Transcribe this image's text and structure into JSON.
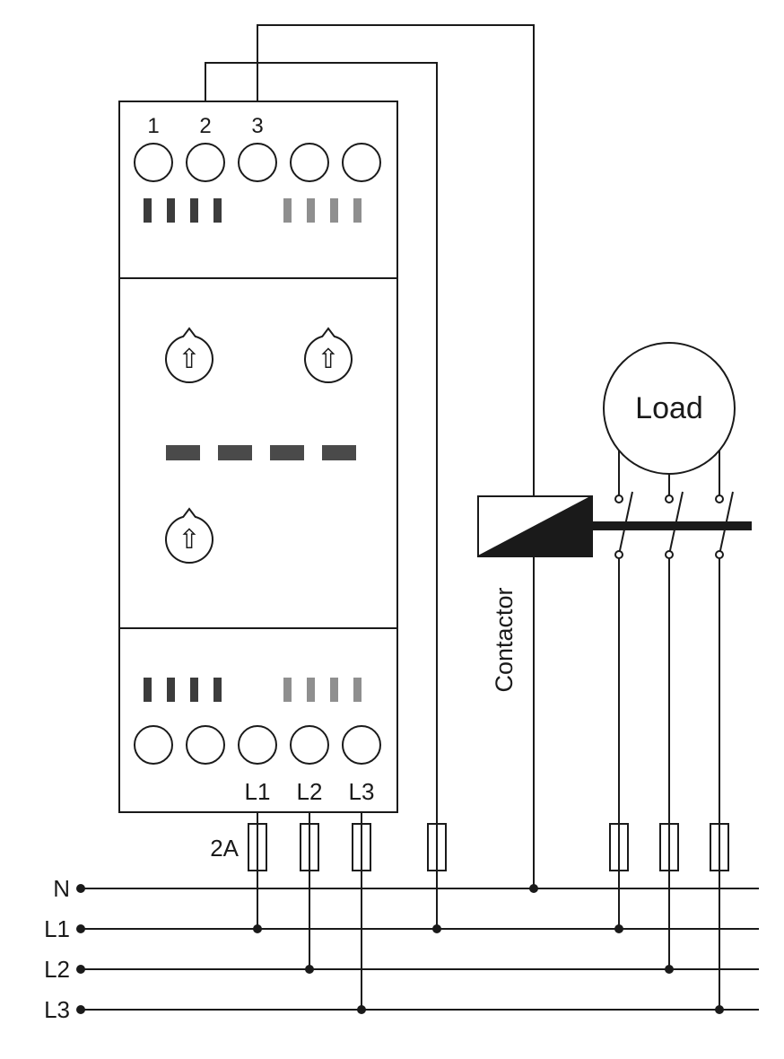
{
  "relay": {
    "top_terminals": [
      "1",
      "2",
      "3"
    ],
    "bottom_terminals": [
      "L1",
      "L2",
      "L3"
    ],
    "knob_glyph": "⇧"
  },
  "contactor": {
    "label": "Contactor"
  },
  "load": {
    "label": "Load"
  },
  "fuse_rating": "2A",
  "buses": {
    "n": "N",
    "l1": "L1",
    "l2": "L2",
    "l3": "L3"
  },
  "colors": {
    "line": "#1a1a1a",
    "slit_dark": "#3c3c3c",
    "slit_gray": "#8f8f8f",
    "display_dash": "#4a4a4a"
  }
}
